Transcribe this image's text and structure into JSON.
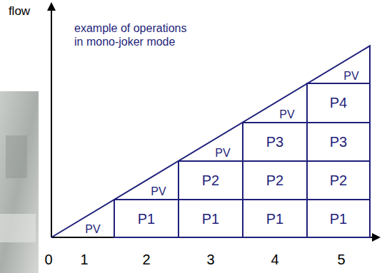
{
  "diagram": {
    "nodes": [
      {
        "text": [
          "P4"
        ]
      },
      {
        "text": [
          "P3"
        ]
      },
      {
        "text": [
          "P3"
        ]
      },
      {
        "text": [
          "P2"
        ]
      },
      {
        "text": [
          "P2"
        ]
      },
      {
        "text": [
          "P2"
        ]
      },
      {
        "text": [
          "P1"
        ]
      },
      {
        "text": [
          "P1"
        ]
      },
      {
        "text": [
          "P1"
        ]
      },
      {
        "text": [
          "P1"
        ]
      }
    ],
    "labels": [
      "flow",
      "example of operations in mono-joker mode",
      "PV",
      "PV",
      "PV",
      "PV",
      "PV",
      "0",
      "1",
      "2",
      "3",
      "4",
      "5"
    ]
  }
}
